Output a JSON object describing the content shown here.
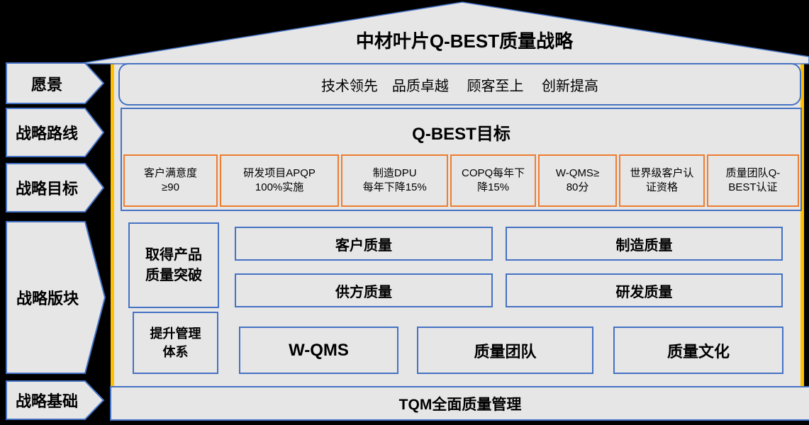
{
  "colors": {
    "background": "#000000",
    "shape_fill": "#E7E6E6",
    "blue_border": "#4472C4",
    "gold_border": "#FFC000",
    "orange_border": "#ED7D31",
    "text": "#000000"
  },
  "roof": {
    "title": "中材叶片Q-BEST质量战略"
  },
  "left_labels": [
    {
      "id": "vision",
      "label": "愿景"
    },
    {
      "id": "strategy-route",
      "label": "战略路线"
    },
    {
      "id": "strategy-goals",
      "label": "战略目标"
    },
    {
      "id": "strategy-blocks",
      "label": "战略版块"
    },
    {
      "id": "strategy-foundation",
      "label": "战略基础"
    }
  ],
  "vision_banner": {
    "text": "技术领先　品质卓越　 顾客至上　 创新提高"
  },
  "qbest_section": {
    "title": "Q-BEST目标",
    "goals": [
      "客户满意度\n≥90",
      "研发项目APQP\n100%实施",
      "制造DPU\n每年下降15%",
      "COPQ每年下\n降15%",
      "W-QMS≥\n80分",
      "世界级客户认\n证资格",
      "质量团队Q-\nBEST认证"
    ]
  },
  "blocks": {
    "product_breakthrough": "取得产品\n质量突破",
    "customer_quality": "客户质量",
    "manufacturing_quality": "制造质量",
    "supplier_quality": "供方质量",
    "rd_quality": "研发质量",
    "management_system": "提升管理\n体系",
    "wqms": "W-QMS",
    "quality_team": "质量团队",
    "quality_culture": "质量文化"
  },
  "foundation_bar": {
    "text": "TQM全面质量管理"
  }
}
